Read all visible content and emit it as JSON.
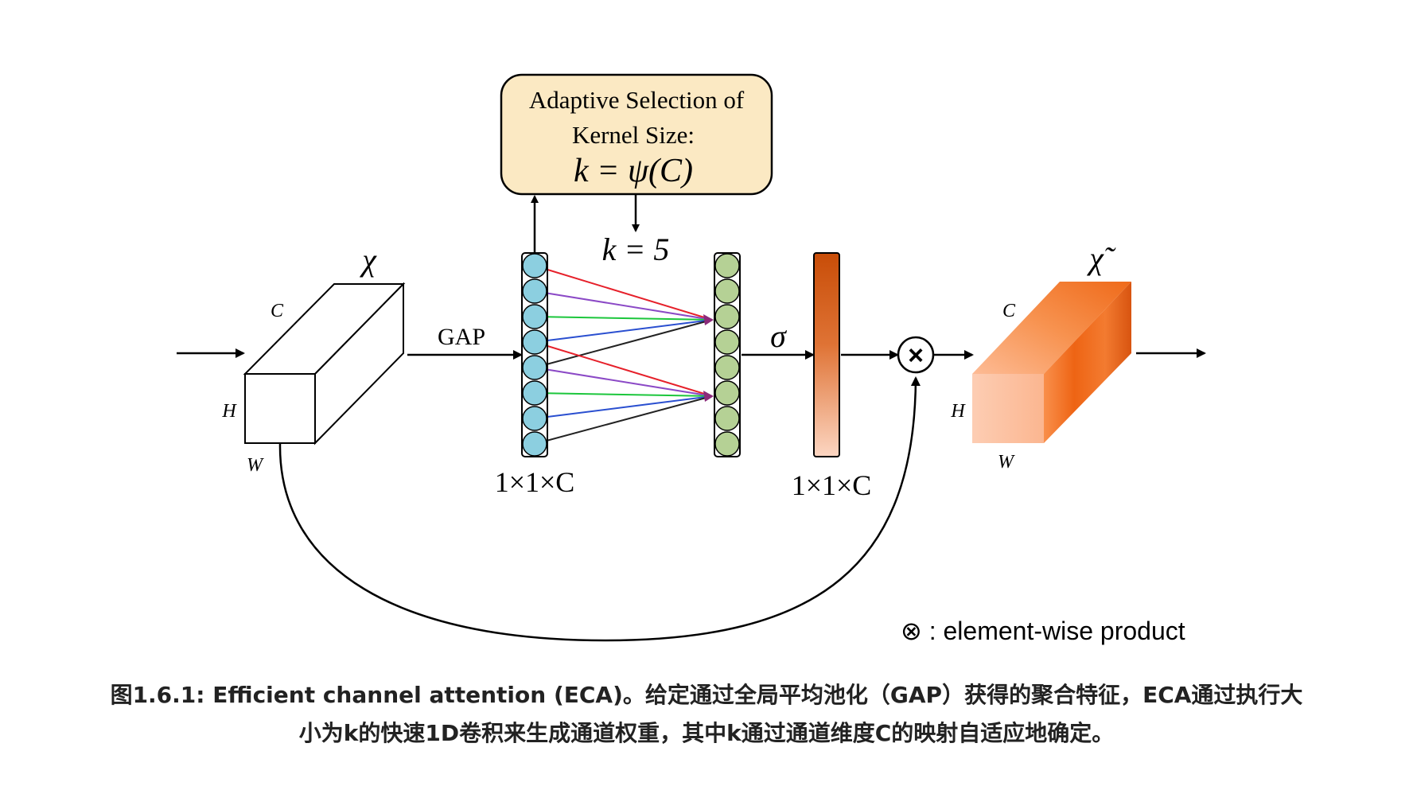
{
  "diagram": {
    "selection_box": {
      "line1": "Adaptive Selection of",
      "line2": "Kernel Size:",
      "formula": "k = ψ(C)"
    },
    "k_value": "k = 5",
    "input_symbol": "χ",
    "output_symbol": "χ̃",
    "input_dims": {
      "c": "C",
      "h": "H",
      "w": "W"
    },
    "output_dims": {
      "c": "C",
      "h": "H",
      "w": "W"
    },
    "gap_label": "GAP",
    "sigma_label": "σ",
    "pooled_shape_label": "1×1×C",
    "weights_shape_label": "1×1×C",
    "multiply_symbol": "×",
    "legend": "⊗ : element-wise product",
    "colors": {
      "box_fill": "#fbe9c3",
      "pooled_node": "#8ccfe0",
      "conv_node": "#b5d195",
      "weights_top": "#c84d08",
      "weights_bottom": "#fcd6c2",
      "output_front": "#fdc6a6",
      "output_side": "#ef6a1a",
      "link_red": "#e6202a",
      "link_purple": "#8b49c6",
      "link_green": "#1cc63c",
      "link_blue": "#2a4fd0",
      "link_black": "#222222"
    }
  },
  "caption": {
    "line1": "图1.6.1: Efficient channel attention (ECA)。给定通过全局平均池化（GAP）获得的聚合特征，ECA通过执行大",
    "line2": "小为k的快速1D卷积来生成通道权重，其中k通过通道维度C的映射自适应地确定。"
  }
}
